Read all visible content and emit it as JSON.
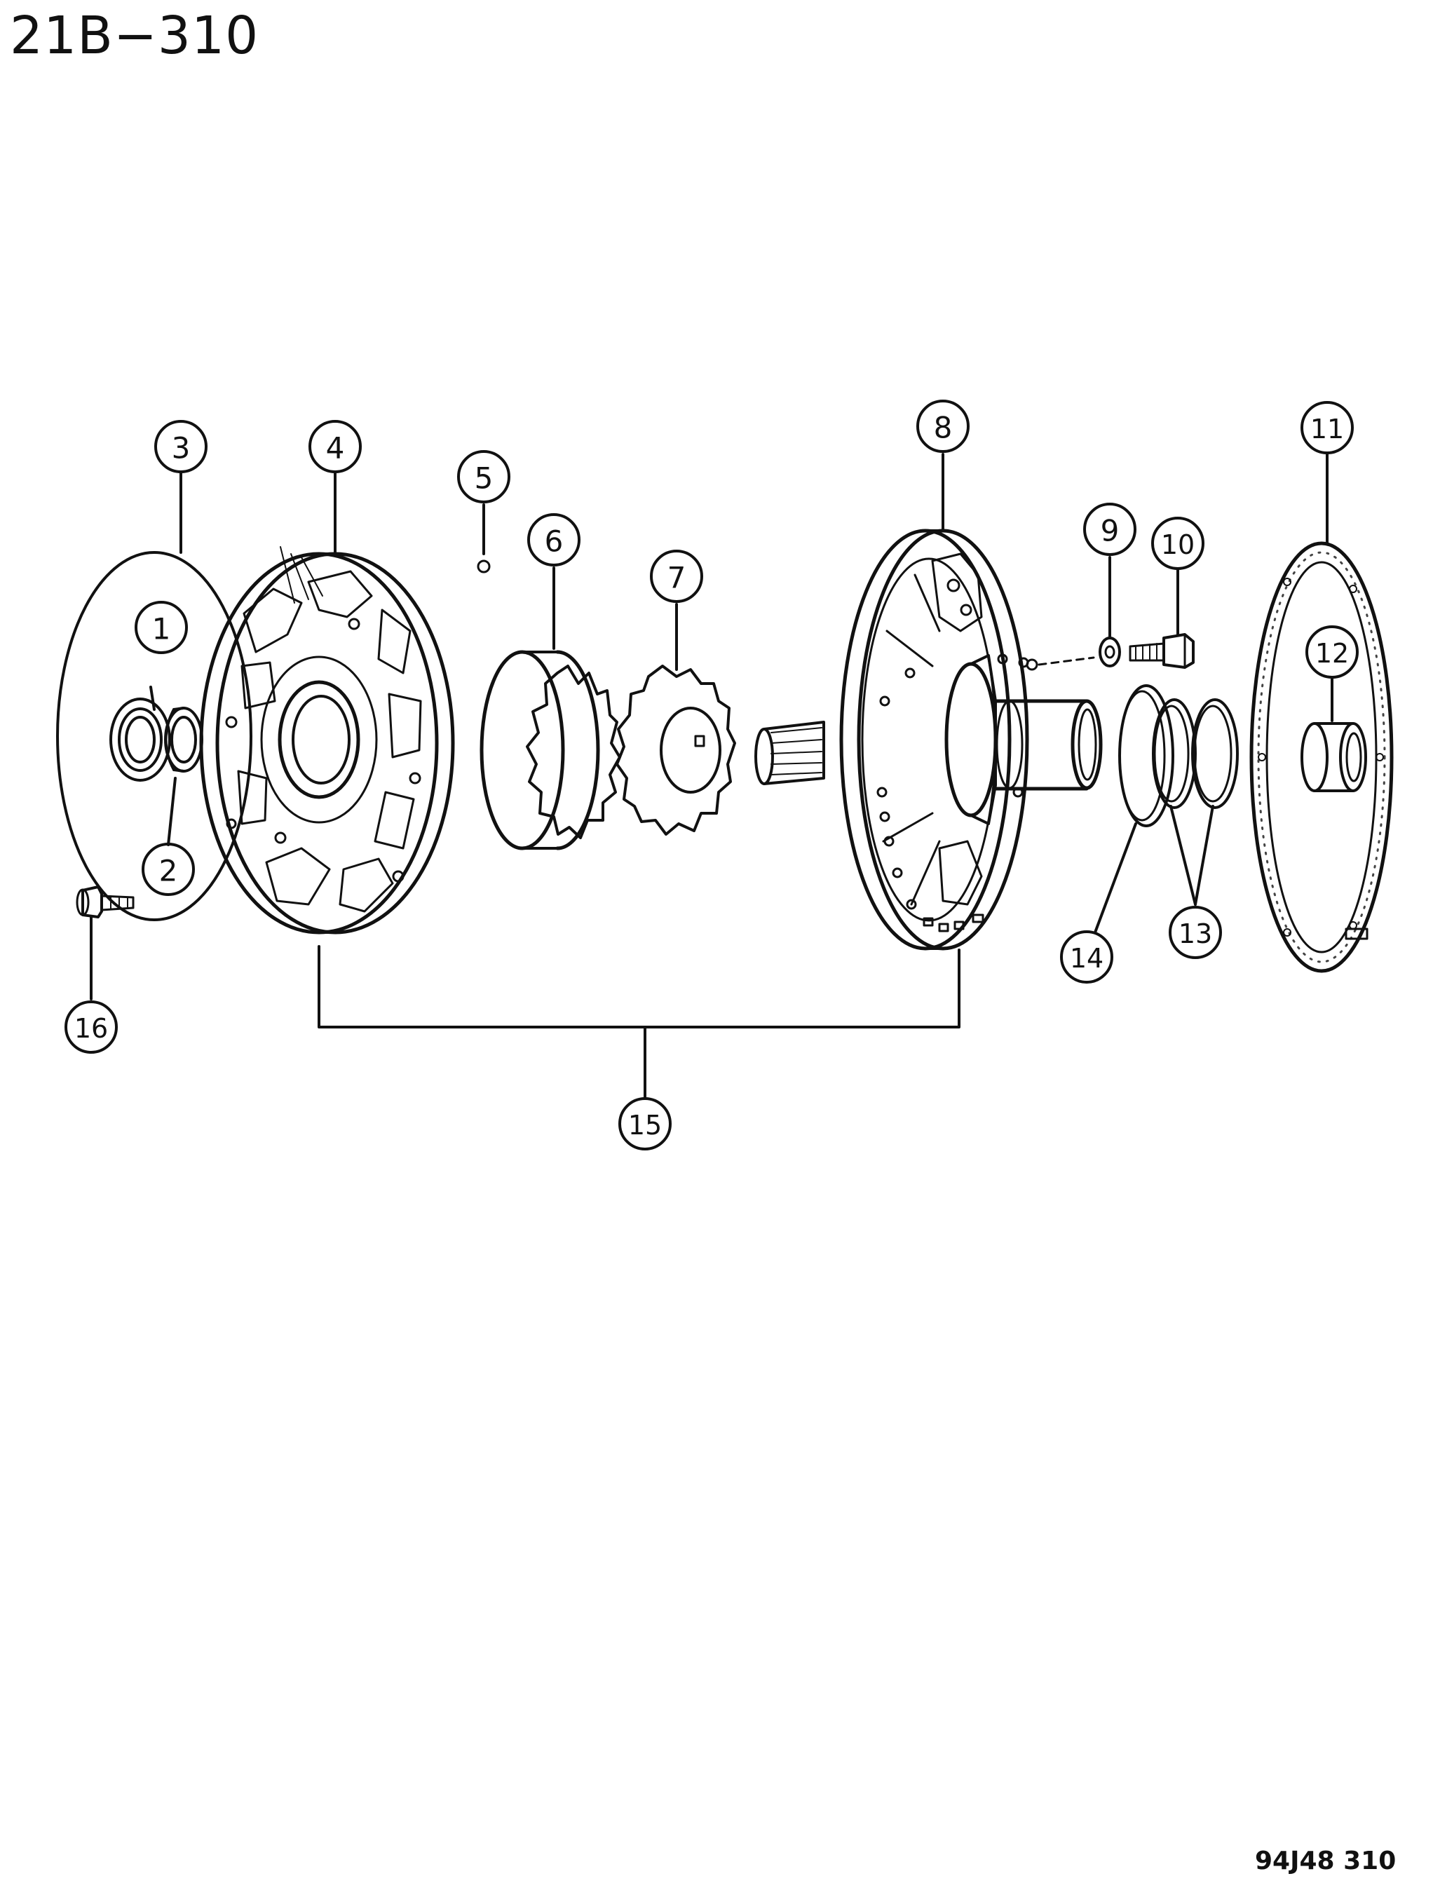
{
  "header": {
    "page_code": "21B−310"
  },
  "footer": {
    "figure_code": "94J48 310"
  },
  "callouts": [
    {
      "id": "1",
      "label": "1"
    },
    {
      "id": "2",
      "label": "2"
    },
    {
      "id": "3",
      "label": "3"
    },
    {
      "id": "4",
      "label": "4"
    },
    {
      "id": "5",
      "label": "5"
    },
    {
      "id": "6",
      "label": "6"
    },
    {
      "id": "7",
      "label": "7"
    },
    {
      "id": "8",
      "label": "8"
    },
    {
      "id": "9",
      "label": "9"
    },
    {
      "id": "10",
      "label": "10"
    },
    {
      "id": "11",
      "label": "11"
    },
    {
      "id": "12",
      "label": "12"
    },
    {
      "id": "13",
      "label": "13"
    },
    {
      "id": "14",
      "label": "14"
    },
    {
      "id": "15",
      "label": "15"
    },
    {
      "id": "16",
      "label": "16"
    }
  ]
}
